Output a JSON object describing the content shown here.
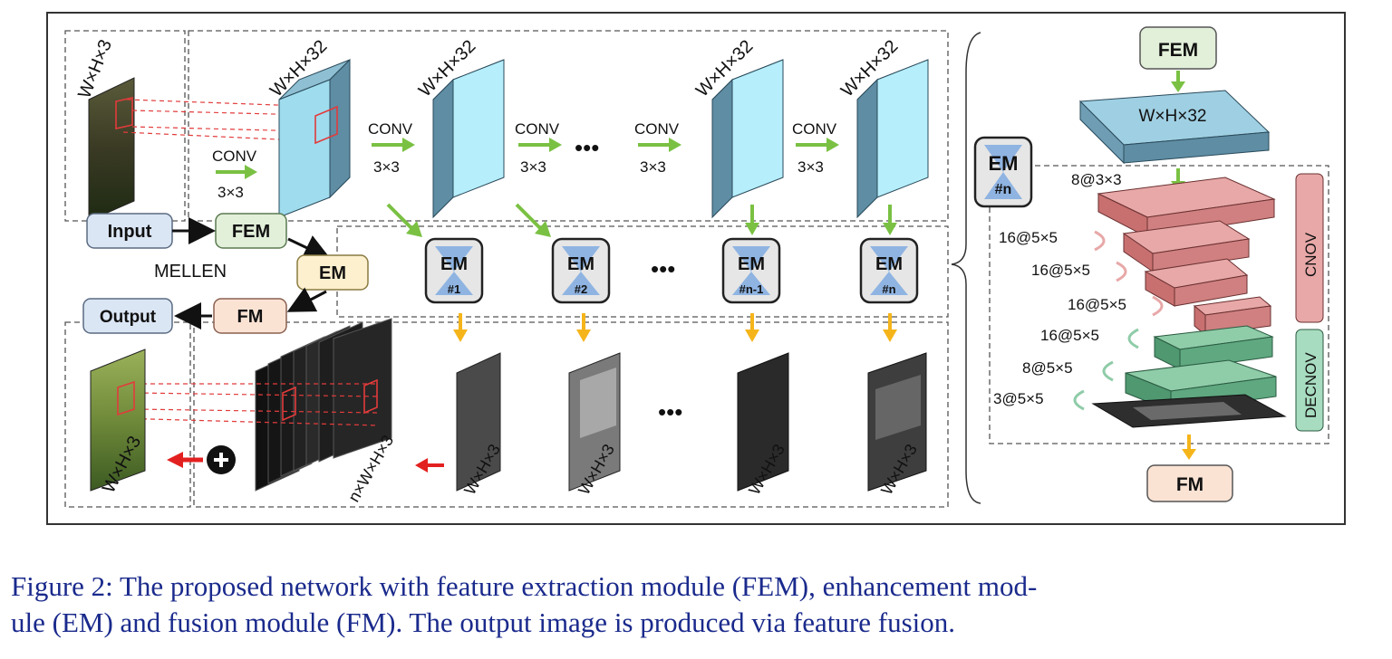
{
  "labels": {
    "input": "Input",
    "fem": "FEM",
    "em": "EM",
    "fm": "FM",
    "output": "Output",
    "mellen": "MELLEN",
    "conv": "CONV",
    "kernel": "3×3",
    "dots": "•••",
    "feature_dim": "W×H×32",
    "image_dim": "W×H×3",
    "stack_dim": "n×W×H×3"
  },
  "em_modules": [
    {
      "title": "EM",
      "sub": "#1"
    },
    {
      "title": "EM",
      "sub": "#2"
    },
    {
      "title": "EM",
      "sub": "#n-1"
    },
    {
      "title": "EM",
      "sub": "#n"
    }
  ],
  "detail": {
    "fem": "FEM",
    "feature_dim": "W×H×32",
    "em_title": "EM",
    "em_sub": "#n",
    "first_layer": "8@3×3",
    "encoder_layers": [
      "16@5×5",
      "16@5×5",
      "16@5×5"
    ],
    "decoder_layers": [
      "16@5×5",
      "8@5×5",
      "3@5×5"
    ],
    "cnov": "CNOV",
    "decnov": "DECNOV",
    "fm": "FM"
  },
  "caption": {
    "line1": "Figure 2: The proposed network with feature extraction module (FEM), enhancement mod-",
    "line2": "ule (EM) and fusion module (FM). The output image is produced via feature fusion."
  }
}
